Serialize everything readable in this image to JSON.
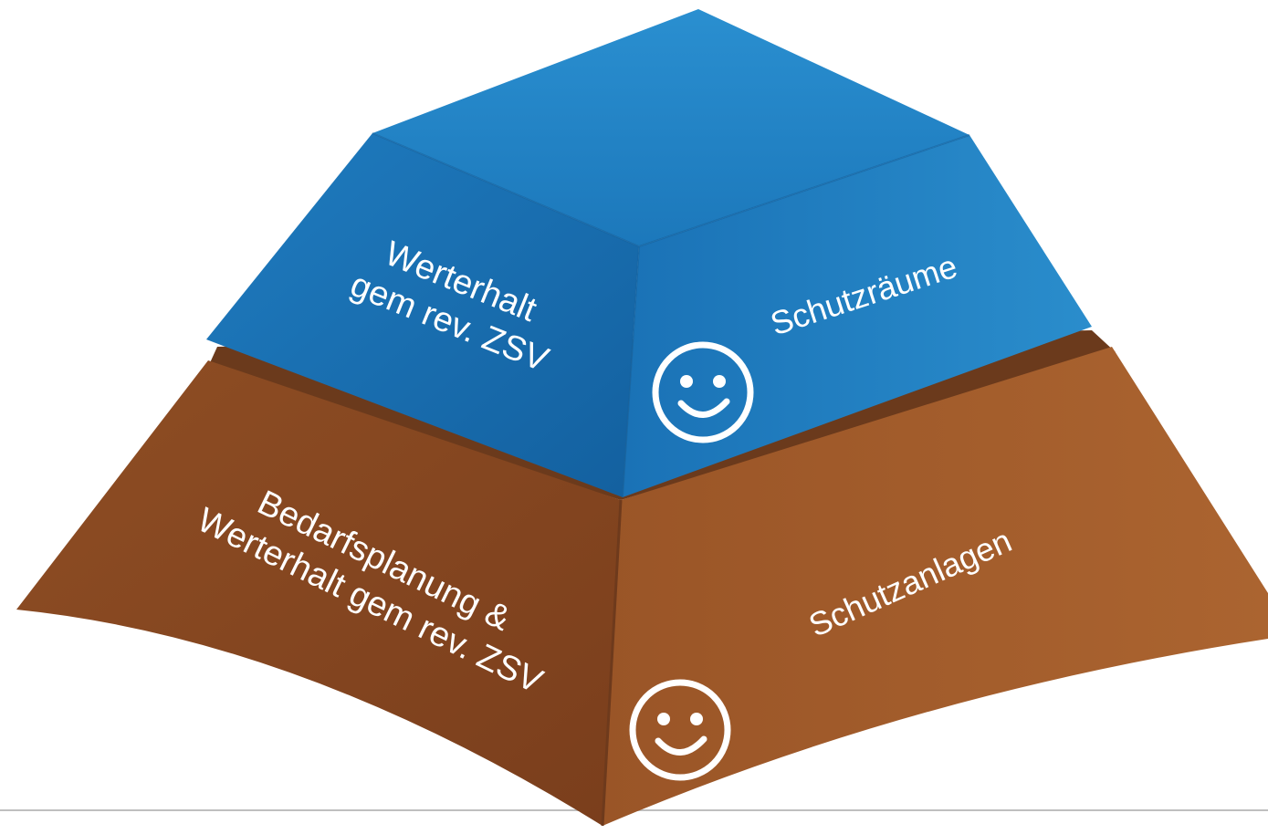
{
  "pyramid": {
    "top_tier": {
      "left_face_lines": [
        "Werterhalt",
        "gem rev. ZSV"
      ],
      "right_face_label": "Schutzräume",
      "icon": "smiley-icon",
      "colors": {
        "top": "#1f7fc0",
        "left": "#1a6fb0",
        "right": "#1f83c6"
      }
    },
    "bottom_tier": {
      "left_face_lines": [
        "Bedarfsplanung &",
        "Werterhalt gem rev. ZSV"
      ],
      "right_face_label": "Schutzanlagen",
      "icon": "smiley-icon",
      "colors": {
        "ledge": "#6e3a1c",
        "left": "#8a4a22",
        "right": "#a35e2c"
      }
    }
  }
}
